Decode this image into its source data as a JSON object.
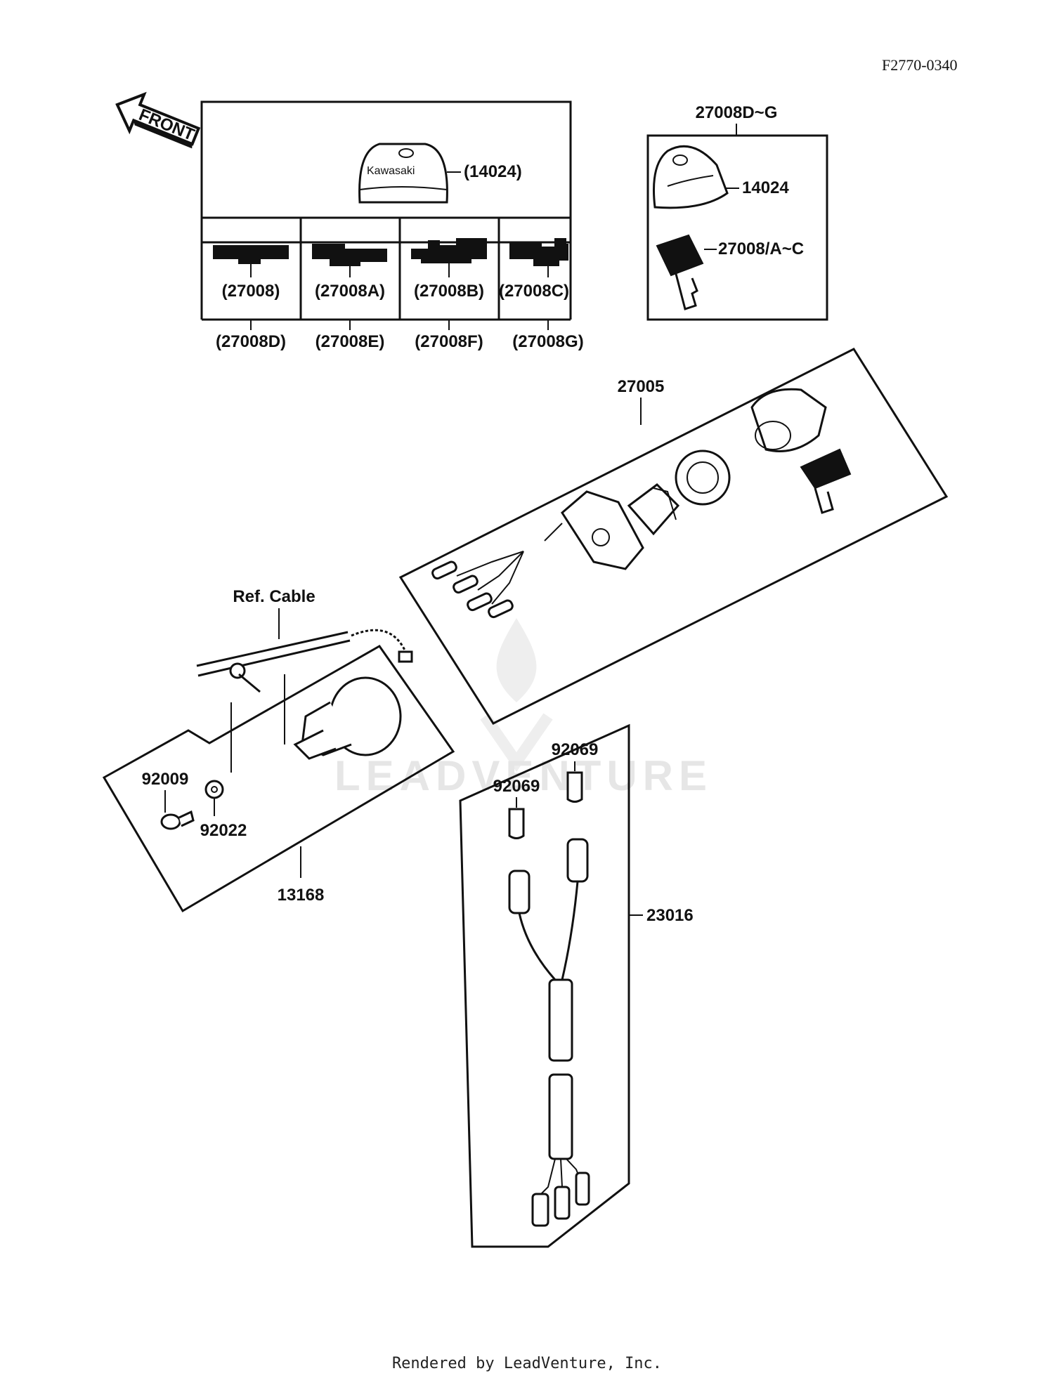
{
  "diagram": {
    "code": "F2770-0340",
    "front_label": "FRONT",
    "key_set": {
      "cap_text": "Kawasaki",
      "cap_part": "(14024)",
      "keys": [
        "(27008)",
        "(27008A)",
        "(27008B)",
        "(27008C)"
      ],
      "sets": [
        "(27008D)",
        "(27008E)",
        "(27008F)",
        "(27008G)"
      ]
    },
    "key_assy": {
      "title": "27008D~G",
      "cap_part": "14024",
      "key_part": "27008/A~C"
    },
    "switch_assy": {
      "part": "27005"
    },
    "cable_assy": {
      "ref": "Ref. Cable",
      "bolt": "92009",
      "washer": "92022",
      "part": "13168"
    },
    "harness": {
      "bulb_1": "92069",
      "bulb_2": "92069",
      "part": "23016"
    },
    "watermark": "LEADVENTURE",
    "footer": "Rendered by LeadVenture, Inc."
  }
}
